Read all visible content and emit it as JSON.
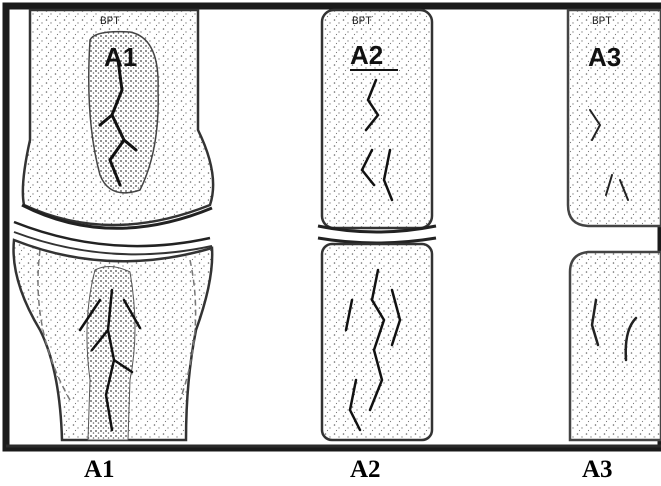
{
  "panels": [
    {
      "id": "a1",
      "inner_label": "A1",
      "stamp": "BPT",
      "caption": "A1"
    },
    {
      "id": "a2",
      "inner_label": "A2",
      "stamp": "BPT",
      "caption": "A2"
    },
    {
      "id": "a3",
      "inner_label": "A3",
      "stamp": "BPT",
      "caption": "A3"
    }
  ],
  "colors": {
    "frame": "#1a1a1a",
    "bone_outline": "#333333",
    "vessel": "#111111",
    "stipple": "#555555"
  }
}
